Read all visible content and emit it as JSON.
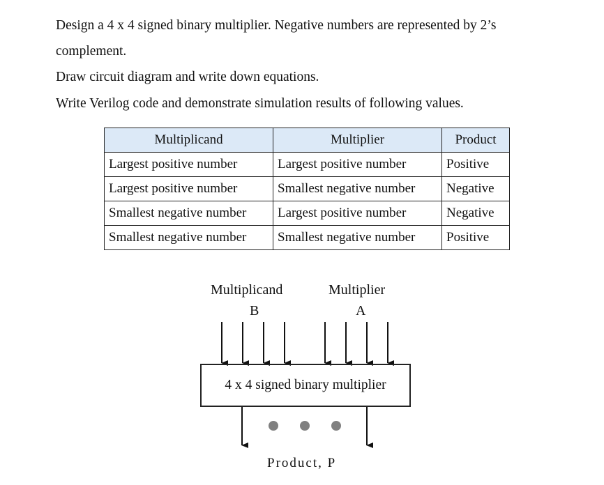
{
  "paragraphs": [
    "Design a 4 x 4 signed binary multiplier. Negative numbers are represented by 2’s",
    "complement.",
    "Draw circuit diagram and write down equations.",
    "Write Verilog code and demonstrate simulation results of following values."
  ],
  "table": {
    "headers": [
      "Multiplicand",
      "Multiplier",
      "Product"
    ],
    "rows": [
      [
        "Largest positive number",
        "Largest positive number",
        "Positive"
      ],
      [
        "Largest positive number",
        "Smallest negative number",
        "Negative"
      ],
      [
        "Smallest negative number",
        "Largest positive number",
        "Negative"
      ],
      [
        "Smallest negative number",
        "Smallest negative number",
        "Positive"
      ]
    ],
    "header_bg": "#dce9f7"
  },
  "diagram": {
    "multiplicand_label": "Multiplicand",
    "multiplicand_var": "B",
    "multiplier_label": "Multiplier",
    "multiplier_var": "A",
    "block_label": "4 x 4 signed binary multiplier",
    "output_label": "Product, P",
    "ellipsis_dot_color": "#808080"
  }
}
